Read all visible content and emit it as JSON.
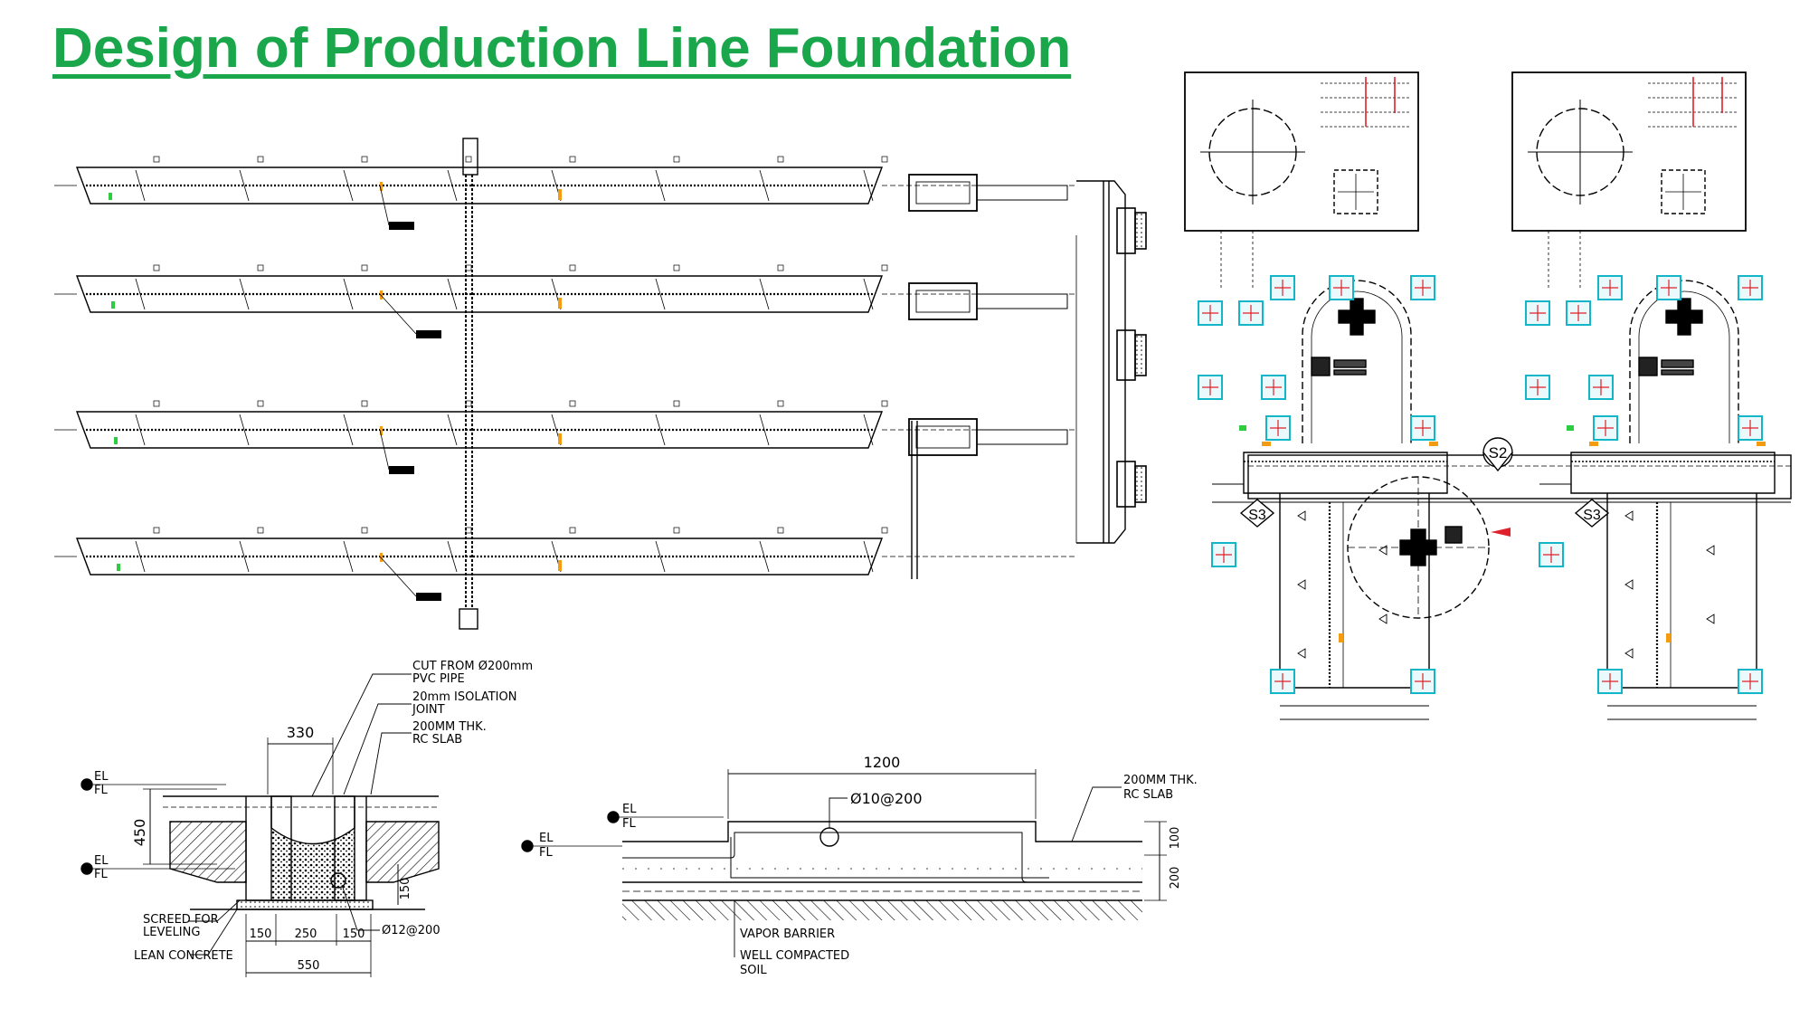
{
  "title": "Design of Production Line Foundation",
  "colors": {
    "title": "#1aa64a",
    "line": "#000000",
    "accent_orange": "#f39c12",
    "accent_cyan": "#13b6c9",
    "accent_red": "#e0202a",
    "accent_green": "#2ecc40"
  },
  "section_left": {
    "dim_top": "330",
    "dim_height": "450",
    "dim_bottom_parts": [
      "150",
      "250",
      "150"
    ],
    "dim_total": "550",
    "dim_side": "150",
    "notes": [
      "CUT FROM Ø200mm",
      "PVC PIPE",
      "20mm ISOLATION",
      "JOINT",
      "200MM THK.",
      "RC SLAB"
    ],
    "screed": [
      "SCREED FOR",
      "LEVELING"
    ],
    "lean": "LEAN CONCRETE",
    "rebar": "Ø12@200",
    "el": "EL",
    "fl": "FL"
  },
  "section_right": {
    "dim_width": "1200",
    "rebar": "Ø10@200",
    "slab": [
      "200MM THK.",
      "RC SLAB"
    ],
    "dim_100": "100",
    "dim_200": "200",
    "vapor": "VAPOR BARRIER",
    "soil": [
      "WELL COMPACTED",
      "SOIL"
    ],
    "el": "EL",
    "fl": "FL"
  },
  "plan_right": {
    "markers": [
      "S2",
      "S3",
      "S3"
    ]
  }
}
